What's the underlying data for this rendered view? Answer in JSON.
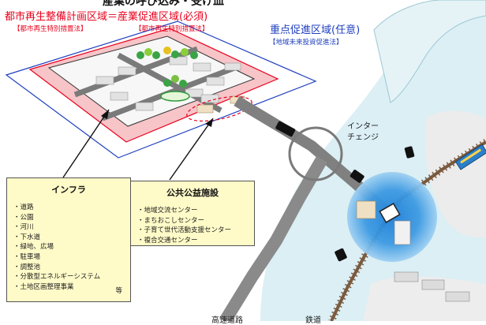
{
  "top_cut_text": "産業の呼び込み・受け皿",
  "red_zone": {
    "title": "都市再生整備計画区域＝産業促進区域(必須)",
    "sub_left": "【都市再生特別措置法】",
    "sub_right": "【都市再生特別措置法】"
  },
  "blue_zone": {
    "title": "重点促進区域(任意)",
    "sub": "【地域未来投資促進法】"
  },
  "interchange_label": [
    "インター",
    "チェンジ"
  ],
  "infra_box": {
    "title": "インフラ",
    "items": [
      "・道路",
      "・公園",
      "・河川",
      "・下水道",
      "・緑地、広場",
      "・駐車場",
      "・調整池",
      "・分散型エネルギーシステム",
      "・土地区画整理事業"
    ],
    "footer": "等"
  },
  "public_box": {
    "title": "公共公益施設",
    "items": [
      "・地域交流センター",
      "・まちおこしセンター",
      "・子育て世代活動支援センター",
      "・複合交通センター"
    ]
  },
  "bottom_labels": {
    "highway": "高速道路",
    "railway": "鉄道"
  },
  "colors": {
    "red_zone": "#e8001c",
    "blue_zone": "#1f3fbf",
    "pink_fill": "#f7c4c8",
    "land_fill": "#f7f7f7",
    "water": "#dbeff4",
    "road": "#7a7a7a",
    "box_fill": "#fffbc8",
    "station_glow": "#3b95dc"
  }
}
